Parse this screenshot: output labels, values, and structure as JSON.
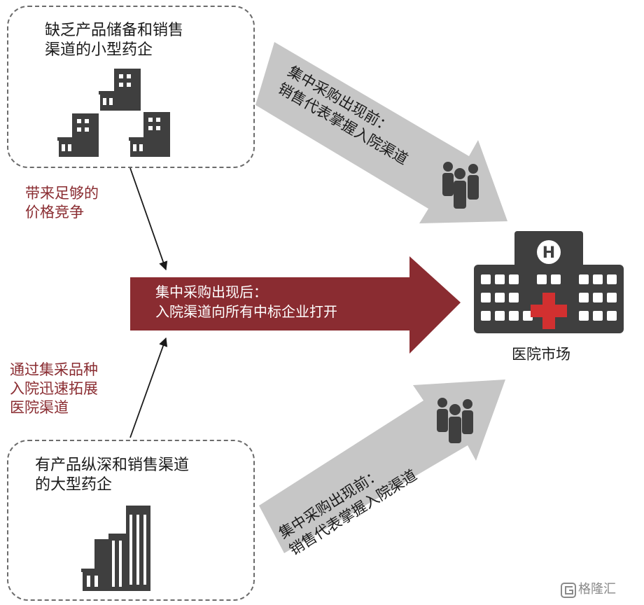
{
  "top_box": {
    "label": "缺乏产品储备和销售\n渠道的小型药企"
  },
  "bottom_box": {
    "label": "有产品纵深和销售渠道\n的大型药企"
  },
  "top_side_label": "带来足够的\n价格竞争",
  "bottom_side_label": "通过集采品种\n入院迅速拓展\n医院渠道",
  "top_arrow_text": "集中采购出现前：\n销售代表掌握入院渠道",
  "bottom_arrow_text": "集中采购出现前：\n销售代表掌握入院渠道",
  "center_arrow_text": "集中采购出现后：\n入院渠道向所有中标企业打开",
  "hospital": {
    "label": "医院市场",
    "sign": "H"
  },
  "watermark": "格隆汇",
  "colors": {
    "red_arrow": "#8a2c31",
    "gray_arrow": "#c6c6c6",
    "building": "#3f3f3f",
    "cross": "#d23030"
  }
}
